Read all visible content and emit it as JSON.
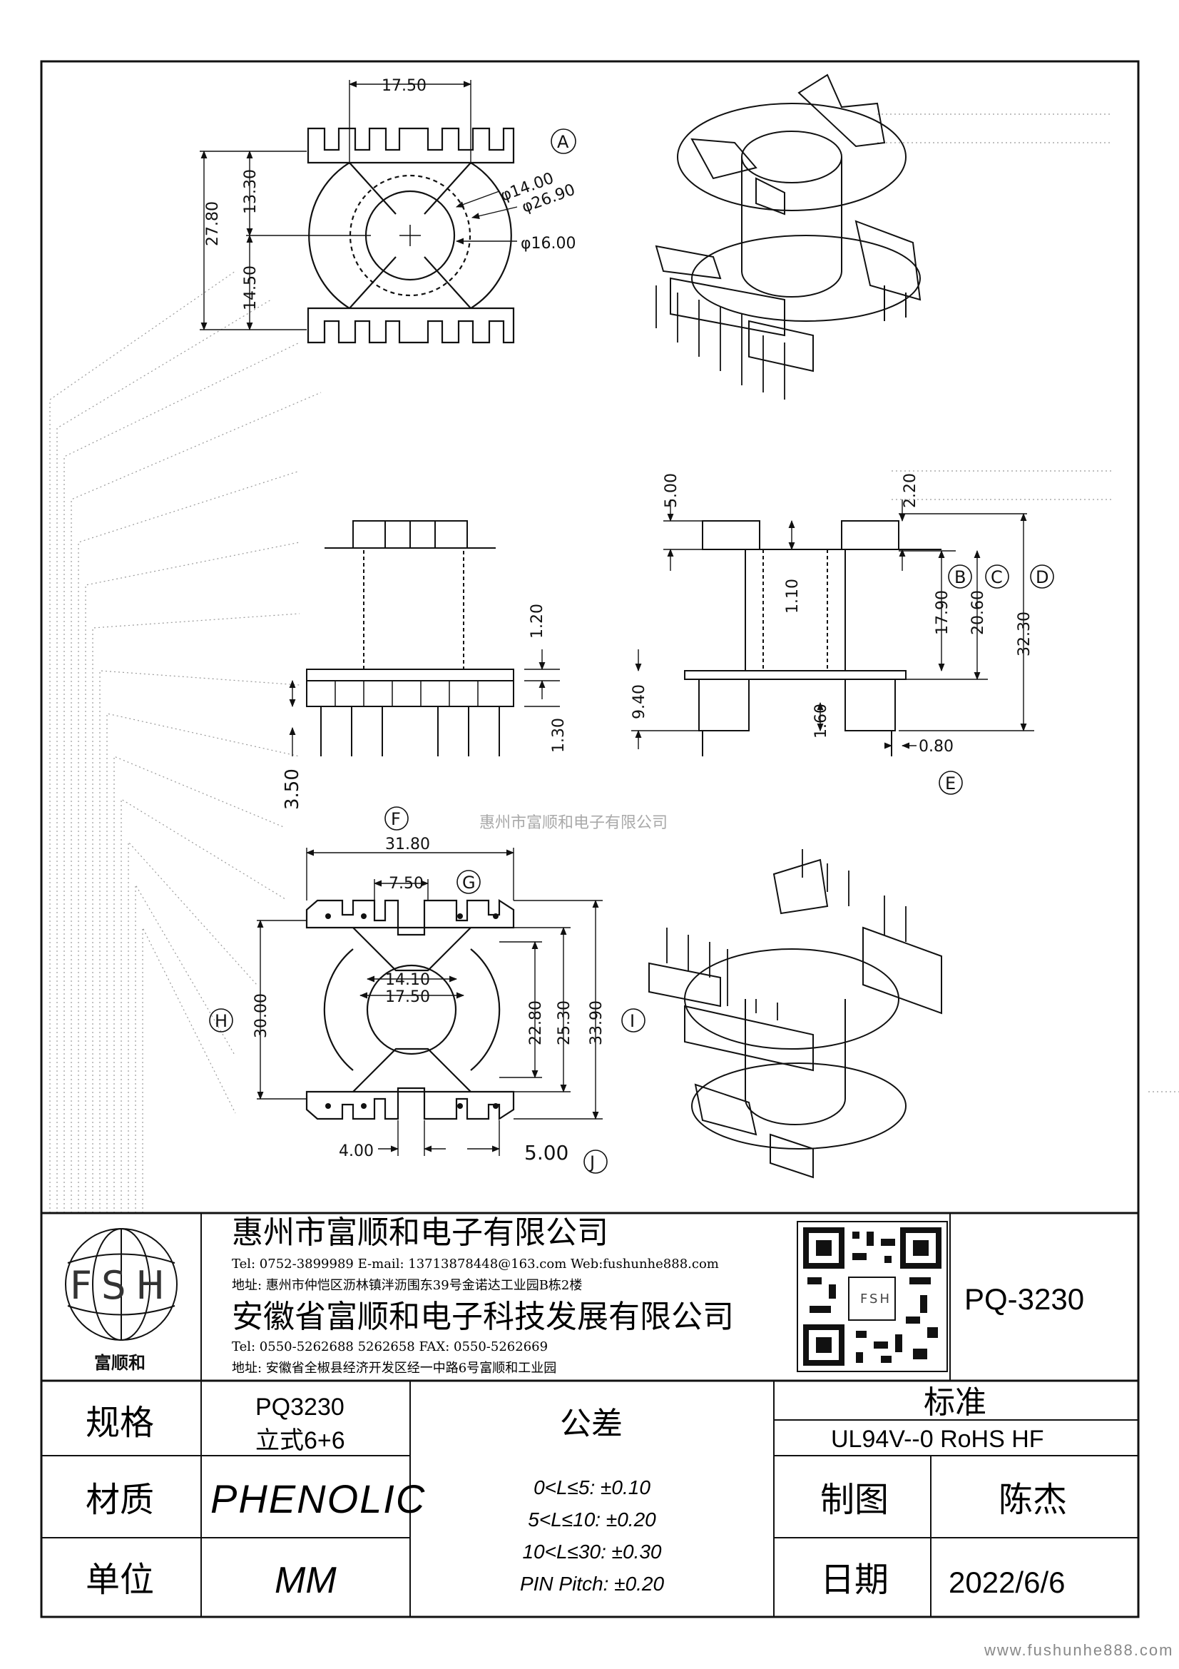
{
  "watermark": "惠州市富顺和电子有限公司",
  "site_footer": "www.fushunhe888.com",
  "top_view": {
    "dims": {
      "width": "17.50",
      "height": "27.80",
      "upper": "13.30",
      "lower": "14.50",
      "d1": "φ14.00",
      "d2": "φ26.90",
      "d3": "φ16.00"
    },
    "label": "A"
  },
  "front_view": {
    "dims": {
      "a": "1.20",
      "b": "1.30",
      "c": "3.50"
    }
  },
  "side_view": {
    "dims": {
      "top": "5.00",
      "right_top": "2.20",
      "mid": "1.10",
      "h1": "17.90",
      "h2": "20.60",
      "h3": "32.30",
      "pin": "9.40",
      "pin2": "1.60",
      "pin_w": "0.80"
    },
    "labels": {
      "b": "B",
      "c": "C",
      "d": "D",
      "e": "E"
    }
  },
  "bottom_view": {
    "dims": {
      "w": "31.80",
      "pitch": "7.50",
      "inner1": "14.10",
      "inner2": "17.50",
      "h30": "30.00",
      "h228": "22.80",
      "h253": "25.30",
      "h339": "33.90",
      "p4": "4.00",
      "p5": "5.00"
    },
    "labels": {
      "f": "F",
      "g": "G",
      "h": "H",
      "i": "I",
      "j": "J"
    }
  },
  "title_block": {
    "logo_text": "FSH",
    "logo_caption": "富顺和",
    "company1": "惠州市富顺和电子有限公司",
    "company1_contact": "Tel:  0752-3899989  E-mail: 13713878448@163.com  Web:fushunhe888.com",
    "company1_addr": "地址:  惠州市仲恺区沥林镇泮沥围东39号金诺达工业园B栋2楼",
    "company2": "安徽省富顺和电子科技发展有限公司",
    "company2_contact": "Tel:   0550-5262688   5262658       FAX:  0550-5262669",
    "company2_addr": "地址:  安徽省全椒县经济开发区经一中路6号富顺和工业园",
    "qr_caption": "FSH",
    "part_no": "PQ-3230",
    "spec_label": "规格",
    "spec_value1": "PQ3230",
    "spec_value2": "立式6+6",
    "tolerance_label": "公差",
    "standard_label": "标准",
    "standard_value": "UL94V--0  RoHS HF",
    "material_label": "材质",
    "material_value": "PHENOLIC",
    "unit_label": "单位",
    "unit_value": "MM",
    "tolerances": [
      "0<L≤5: ±0.10",
      "5<L≤10: ±0.20",
      "10<L≤30: ±0.30",
      "PIN Pitch: ±0.20"
    ],
    "drawn_label": "制图",
    "drawn_value": "陈杰",
    "date_label": "日期",
    "date_value": "2022/6/6"
  }
}
